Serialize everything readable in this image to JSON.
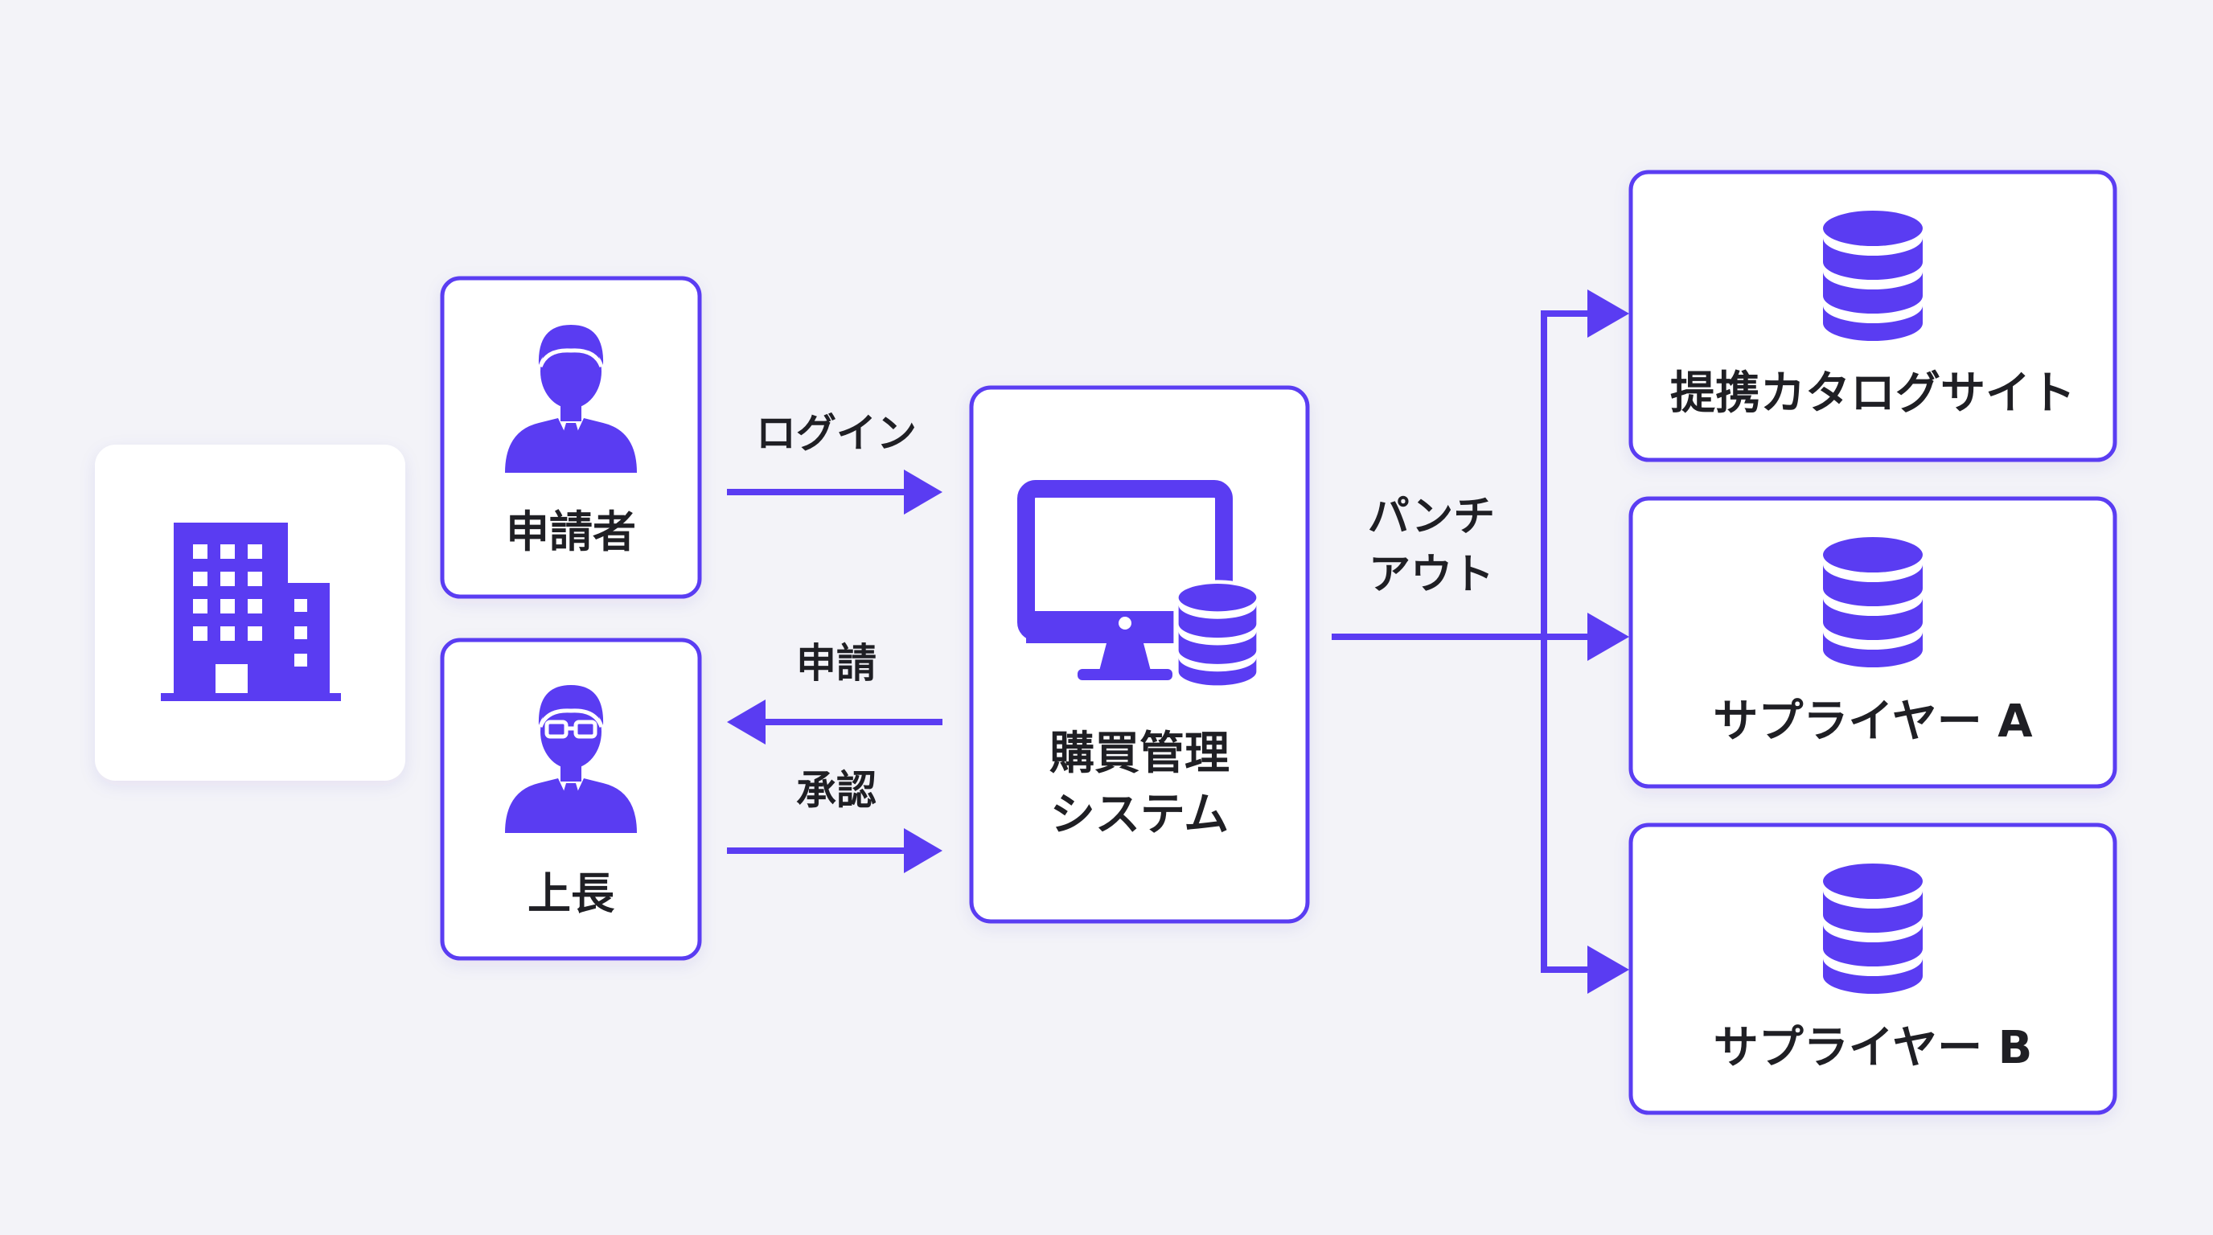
{
  "colors": {
    "background": "#f3f3f8",
    "accent": "#5a3cf2",
    "box_fill": "#ffffff",
    "text": "#1f1f24"
  },
  "company": {
    "icon": "office-building-icon"
  },
  "requester": {
    "label": "申請者",
    "icon": "businessman-icon"
  },
  "manager": {
    "label": "上長",
    "icon": "businessman-with-glasses-icon"
  },
  "system": {
    "label_line1": "購買管理",
    "label_line2": "システム",
    "icon": "monitor-with-database-icon"
  },
  "edges": {
    "login": "ログイン",
    "request": "申請",
    "approval": "承認",
    "punchout_line1": "パンチ",
    "punchout_line2": "アウト"
  },
  "targets": [
    {
      "label": "提携カタログサイト",
      "icon": "database-icon"
    },
    {
      "label": "サプライヤー A",
      "icon": "database-icon"
    },
    {
      "label": "サプライヤー B",
      "icon": "database-icon"
    }
  ]
}
